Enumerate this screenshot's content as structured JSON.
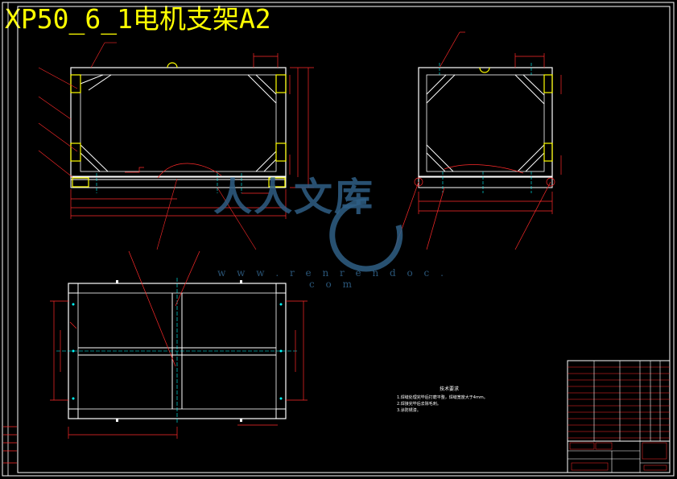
{
  "drawing": {
    "title": "XP50_6_1电机支架A2"
  },
  "watermark": {
    "brand_text": "人人文库",
    "url": "w w w . r e n r e n d o c . c o m"
  },
  "tech_notes": {
    "heading": "技术要求",
    "items": [
      "1.焊缝处理完毕后打磨平整，焊缝宽度大于4mm。",
      "2.焊接完毕后去除毛刺。",
      "3.涂防锈漆。"
    ]
  },
  "colors": {
    "background": "#000000",
    "line_white": "#ffffff",
    "accent_yellow": "#ffff00",
    "dimension_red": "#ff2a2a",
    "centerline_cyan": "#00ffff",
    "watermark_blue": "#2f5f85"
  }
}
